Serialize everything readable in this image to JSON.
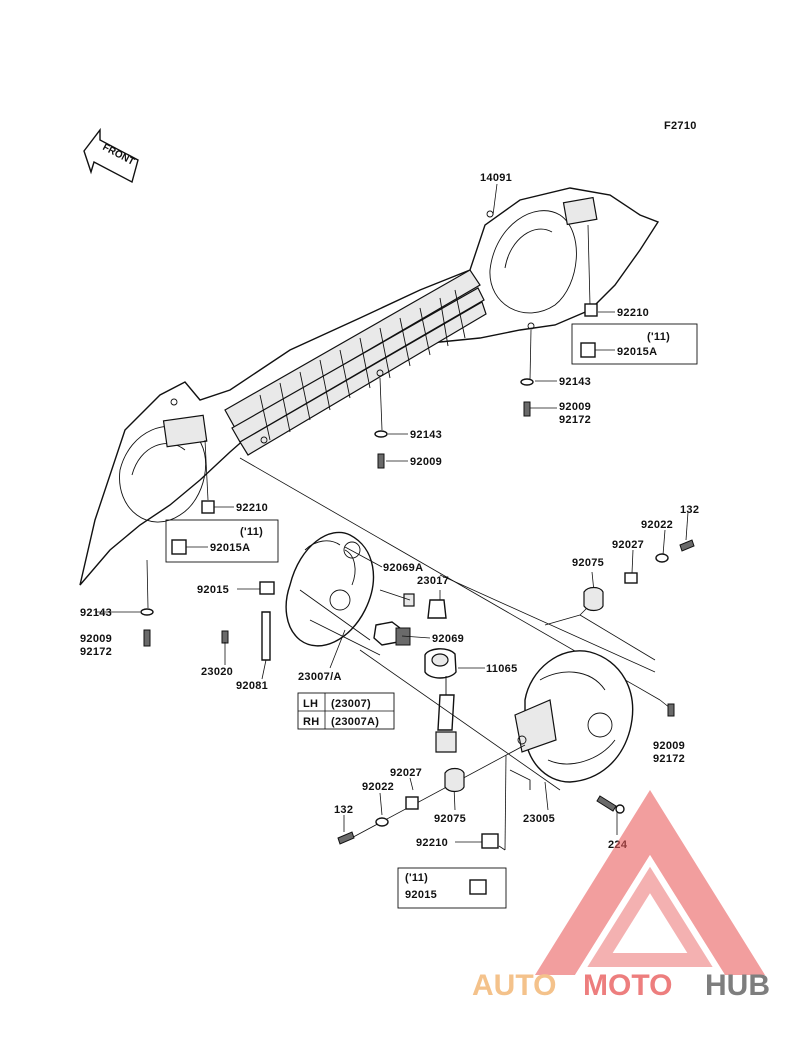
{
  "figure_code": "F2710",
  "front_arrow": "FRONT",
  "colors": {
    "logo_orange": "#f2b26b",
    "logo_red": "#e85a5a",
    "logo_gray": "#5a5a5a",
    "line": "#111111"
  },
  "parts": {
    "p14091": "14091",
    "p92210_a": "92210",
    "p11_a": "('11)",
    "p92015A_a": "92015A",
    "p92143_a": "92143",
    "p92009_a": "92009",
    "p92172_a": "92172",
    "p92143_b": "92143",
    "p92009_b": "92009",
    "p92210_b": "92210",
    "p11_b": "('11)",
    "p92015A_b": "92015A",
    "p92069A": "92069A",
    "p23017": "23017",
    "p92015_a": "92015",
    "p92069": "92069",
    "p11065": "11065",
    "p92143_c": "92143",
    "p92009_c": "92009",
    "p92172_c": "92172",
    "p23020": "23020",
    "p92081": "92081",
    "p23007A": "23007/A",
    "p132_a": "132",
    "p92022_a": "92022",
    "p92027_a": "92027",
    "p92075_a": "92075",
    "p92009_d": "92009",
    "p92172_d": "92172",
    "p92027_b": "92027",
    "p92022_b": "92022",
    "p92075_b": "92075",
    "p23005": "23005",
    "p224": "224",
    "p132_b": "132",
    "p92210_c": "92210",
    "p11_c": "('11)",
    "p92015_b": "92015"
  },
  "variant_table": [
    {
      "side": "LH",
      "part": "(23007)"
    },
    {
      "side": "RH",
      "part": "(23007A)"
    }
  ],
  "watermark": {
    "part1": "AUTO",
    "part2": "MOTO",
    "part3": "HUB"
  }
}
